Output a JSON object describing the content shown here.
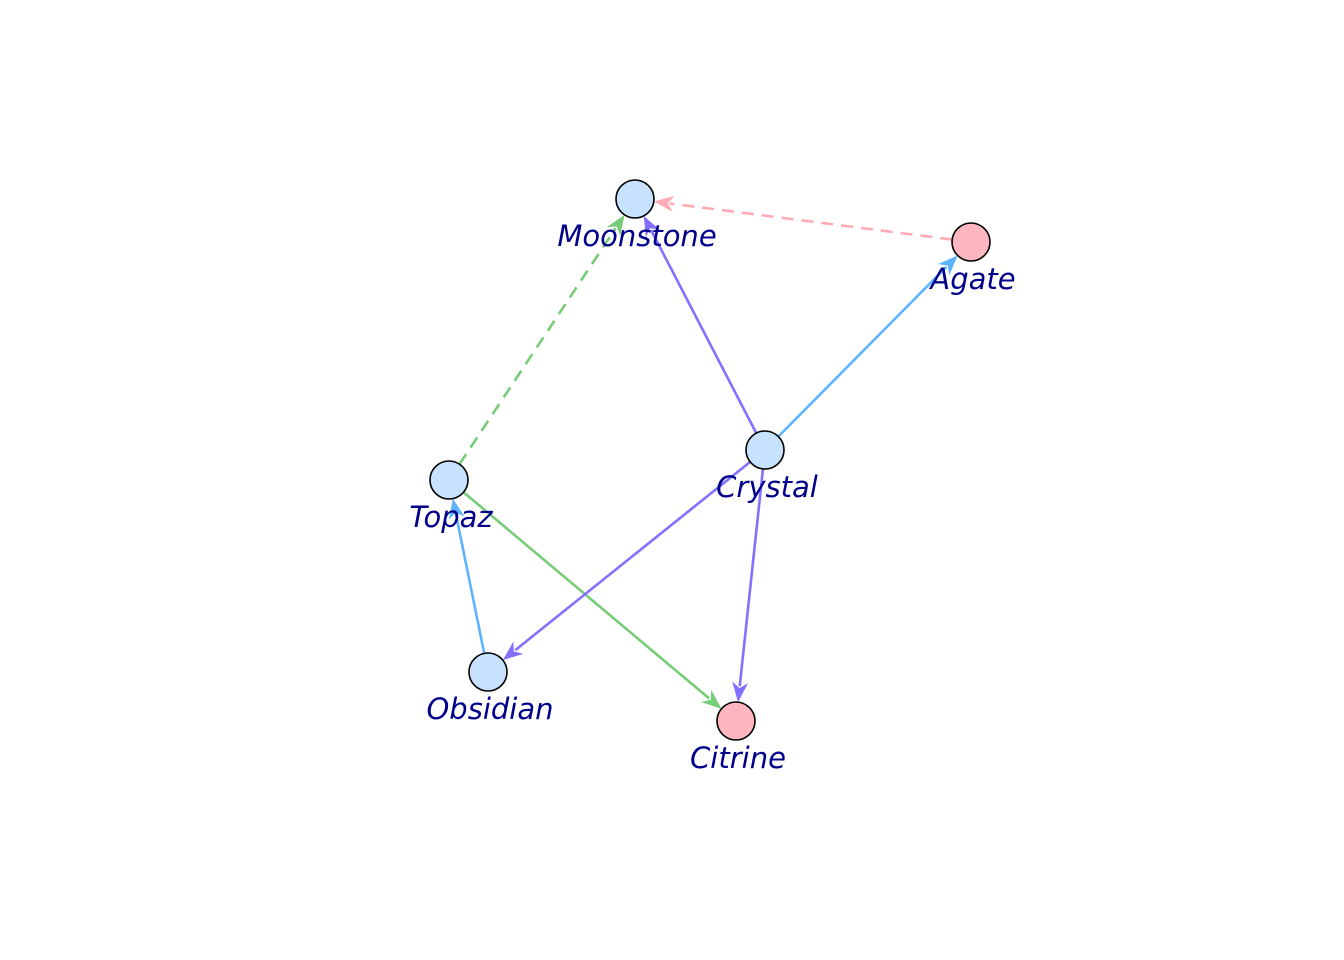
{
  "graph": {
    "directed": true,
    "colors": {
      "node_default": "#c6e2ff",
      "node_highlight": "#ffb6c1",
      "label": "#00008b"
    },
    "nodes": [
      {
        "id": "moonstone",
        "label": "Moonstone",
        "color": "#c6e2ff"
      },
      {
        "id": "agate",
        "label": "Agate",
        "color": "#ffb6c1"
      },
      {
        "id": "crystal",
        "label": "Crystal",
        "color": "#c6e2ff"
      },
      {
        "id": "topaz",
        "label": "Topaz",
        "color": "#c6e2ff"
      },
      {
        "id": "obsidian",
        "label": "Obsidian",
        "color": "#c6e2ff"
      },
      {
        "id": "citrine",
        "label": "Citrine",
        "color": "#ffb6c1"
      }
    ],
    "edges": [
      {
        "source": "agate",
        "target": "moonstone",
        "color": "#ffaab4",
        "style": "dashed"
      },
      {
        "source": "crystal",
        "target": "moonstone",
        "color": "#8470ff",
        "style": "solid"
      },
      {
        "source": "crystal",
        "target": "agate",
        "color": "#5cb3ff",
        "style": "solid"
      },
      {
        "source": "topaz",
        "target": "moonstone",
        "color": "#77cc77",
        "style": "dashed"
      },
      {
        "source": "topaz",
        "target": "citrine",
        "color": "#77cc77",
        "style": "solid"
      },
      {
        "source": "crystal",
        "target": "obsidian",
        "color": "#8470ff",
        "style": "solid"
      },
      {
        "source": "crystal",
        "target": "citrine",
        "color": "#8470ff",
        "style": "solid"
      },
      {
        "source": "obsidian",
        "target": "topaz",
        "color": "#5cb3ff",
        "style": "solid"
      }
    ]
  }
}
